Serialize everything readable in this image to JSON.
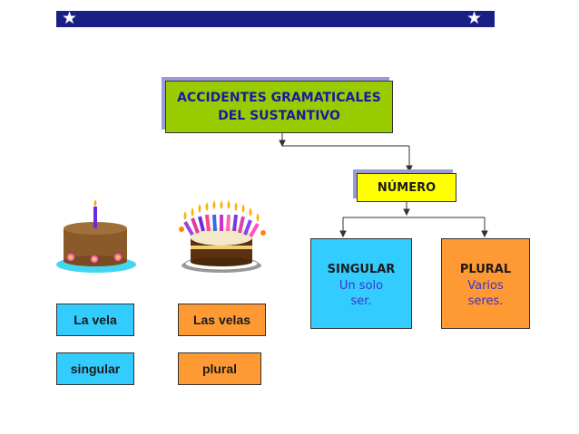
{
  "title": {
    "line1": "ACCIDENTES GRAMATICALES",
    "line2": "DEL SUSTANTIVO"
  },
  "numero": "NÚMERO",
  "singular": {
    "heading": "SINGULAR",
    "text": "Un solo\nser."
  },
  "plural": {
    "heading": "PLURAL",
    "text": "Varios\nseres."
  },
  "examples": {
    "la_vela": "La vela",
    "las_velas": "Las velas",
    "singular": "singular",
    "plural": "plural"
  },
  "icons": [
    "star-icon",
    "star-icon",
    "cake-one-candle-icon",
    "cake-many-candles-icon"
  ],
  "colors": {
    "top_bar": "#1a1f86",
    "title_box": "#99cc00",
    "numero_box": "#ffff00",
    "singular_box": "#33ccff",
    "plural_box": "#ff9933",
    "box_text": "#3a36c8"
  }
}
